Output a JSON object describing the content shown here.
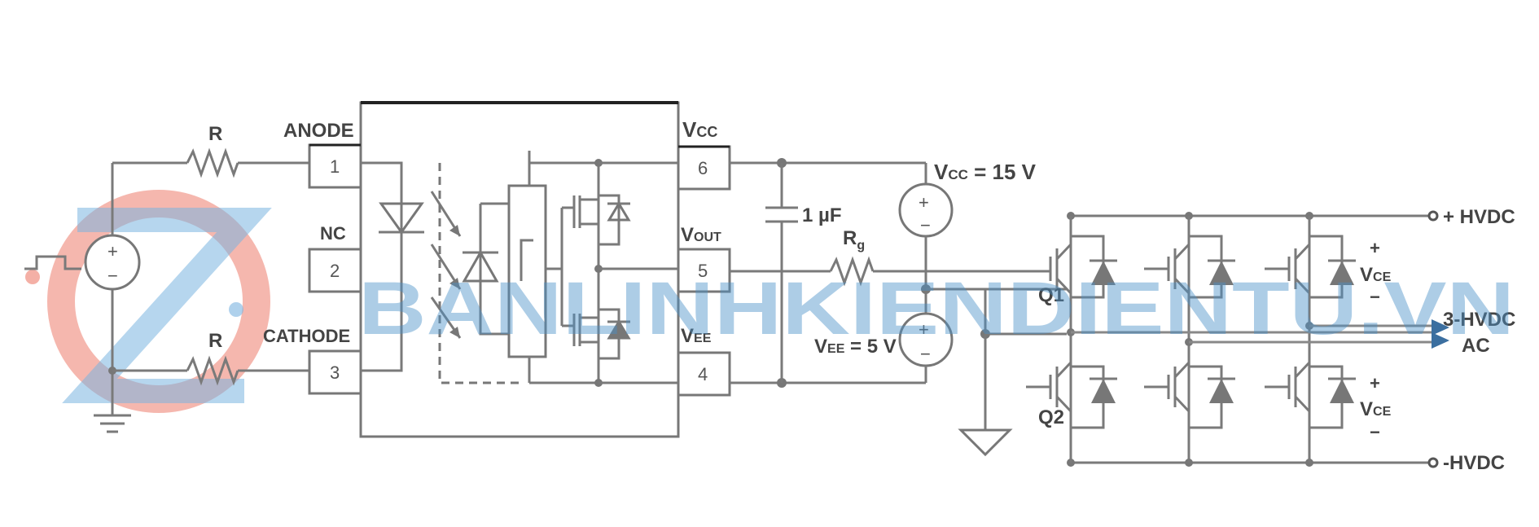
{
  "labels": {
    "r_top": "R",
    "r_bottom": "R",
    "anode": "ANODE",
    "nc": "NC",
    "cathode": "CATHODE",
    "pin1": "1",
    "pin2": "2",
    "pin3": "3",
    "pin4": "4",
    "pin5": "5",
    "pin6": "6",
    "vcc_pin_main": "V",
    "vcc_pin_sub": "CC",
    "vout_main": "V",
    "vout_sub": "OUT",
    "vee_main": "V",
    "vee_sub": "EE",
    "cap": "1 µF",
    "rg_main": "R",
    "rg_sub": "g",
    "vcc_supply_main": "V",
    "vcc_supply_sub": "CC",
    "vcc_supply_val": " = 15 V",
    "vee_supply_main": "V",
    "vee_supply_sub": "EE",
    "vee_supply_val": " = 5 V",
    "q1": "Q1",
    "q2": "Q2",
    "plus_hvdc": "+ HVDC",
    "minus_hvdc": "-HVDC",
    "hvdc_out": "3-HVDC",
    "ac": "AC",
    "vce1_main": "V",
    "vce1_sub": "CE",
    "vce2_main": "V",
    "vce2_sub": "CE",
    "plus": "+",
    "minus": "−",
    "watermark": "BANLINHKIENDIENTU.VN"
  },
  "colors": {
    "wire": "#7a7a7a",
    "text": "#444444",
    "watermark_blue": "#3f8fc9",
    "watermark_red": "#e8503a"
  }
}
